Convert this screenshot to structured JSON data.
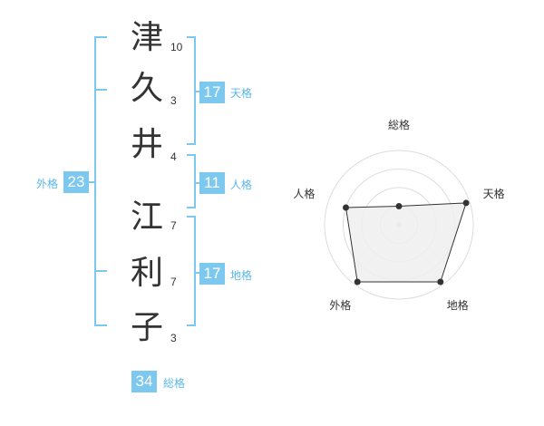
{
  "name": {
    "chars": [
      {
        "char": "津",
        "strokes": "10"
      },
      {
        "char": "久",
        "strokes": "3"
      },
      {
        "char": "井",
        "strokes": "4"
      },
      {
        "char": "江",
        "strokes": "7"
      },
      {
        "char": "利",
        "strokes": "7"
      },
      {
        "char": "子",
        "strokes": "3"
      }
    ]
  },
  "fortune": {
    "tenkaku": {
      "value": "17",
      "label": "天格"
    },
    "jinkaku": {
      "value": "11",
      "label": "人格"
    },
    "chikaku": {
      "value": "17",
      "label": "地格"
    },
    "gaikaku": {
      "value": "23",
      "label": "外格"
    },
    "soukaku": {
      "value": "34",
      "label": "総格"
    }
  },
  "chart_data": {
    "type": "radar",
    "axes": [
      "総格",
      "天格",
      "地格",
      "外格",
      "人格"
    ],
    "values": [
      0.25,
      0.95,
      0.95,
      0.95,
      0.75
    ],
    "range": [
      0,
      1
    ],
    "rings": 4,
    "colors": {
      "fill": "#efefef",
      "line": "#333333",
      "grid": "#dddddd",
      "center": "#cccccc"
    }
  }
}
